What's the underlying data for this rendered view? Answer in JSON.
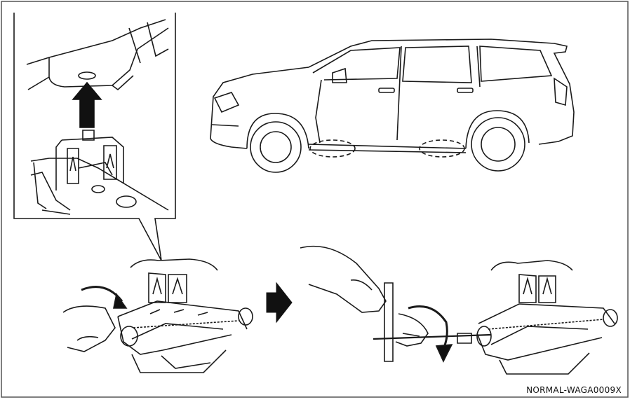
{
  "diagram": {
    "reference_code": "NORMAL-WAGA0009X",
    "panels": [
      {
        "id": "inset",
        "icon": "jack-head-to-jack-point-detail"
      },
      {
        "id": "vehicle",
        "icon": "suv-side-view-with-jack-points"
      },
      {
        "id": "step-1",
        "icon": "hand-turning-jack-screw"
      },
      {
        "id": "step-2",
        "icon": "crank-handle-raising-jack"
      }
    ],
    "colors": {
      "ink": "#1a1a1a",
      "paper": "#ffffff",
      "arrow": "#111111"
    }
  }
}
